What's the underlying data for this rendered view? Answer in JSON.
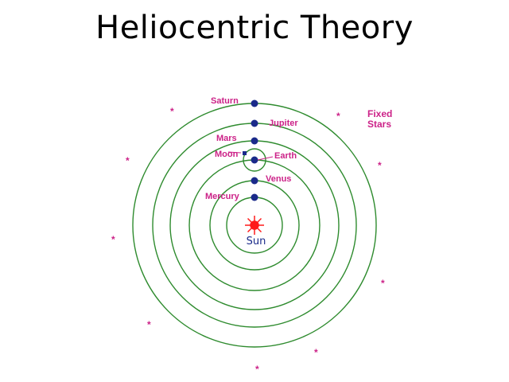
{
  "title": "Heliocentric Theory",
  "colors": {
    "orbit": "#2e8b2e",
    "planet": "#1a2a8a",
    "label": "#cc2288",
    "sun": "#ff1a1a",
    "sun_label": "#1a2a8a",
    "star": "#cc2288"
  },
  "diagram": {
    "sun_label": "Sun",
    "fixed_stars_label": [
      "Fixed",
      "Stars"
    ],
    "star_glyph": "*",
    "planets": {
      "saturn": "Saturn",
      "jupiter": "Jupiter",
      "mars": "Mars",
      "moon": "Moon",
      "earth": "Earth",
      "venus": "Venus",
      "mercury": "Mercury"
    }
  }
}
